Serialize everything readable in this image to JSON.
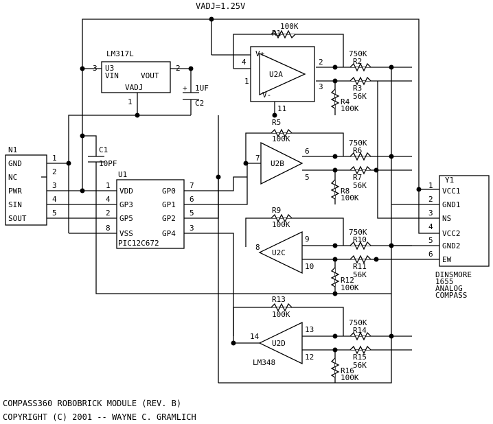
{
  "title_line1": "COMPASS360 ROBOBRICK MODULE (REV. B)",
  "title_line2": "COPYRIGHT (C) 2001 -- WAYNE C. GRAMLICH",
  "vadj_label": "VADJ=1.25V",
  "u3": {
    "ref": "U3",
    "part": "LM317L",
    "pin_vin": "VIN",
    "pin_vout": "VOUT",
    "pin_vadj": "VADJ",
    "num_vin": "3",
    "num_vout": "2",
    "num_vadj": "1"
  },
  "c2": {
    "ref": "C2",
    "value": "1UF",
    "plus": "+"
  },
  "c1": {
    "ref": "C1",
    "value": "10PF"
  },
  "n1": {
    "ref": "N1",
    "pins": [
      {
        "name": "GND",
        "num": "1"
      },
      {
        "name": "NC",
        "num": "2"
      },
      {
        "name": "PWR",
        "num": "3"
      },
      {
        "name": "SIN",
        "num": "4"
      },
      {
        "name": "SOUT",
        "num": "5"
      }
    ]
  },
  "u1": {
    "ref": "U1",
    "part": "PIC12C672",
    "left_pins": [
      {
        "name": "VDD",
        "num": "1"
      },
      {
        "name": "GP3",
        "num": "4"
      },
      {
        "name": "GP5",
        "num": "2"
      },
      {
        "name": "VSS",
        "num": "8"
      }
    ],
    "right_pins": [
      {
        "name": "GP0",
        "num": "7"
      },
      {
        "name": "GP1",
        "num": "6"
      },
      {
        "name": "GP2",
        "num": "5"
      },
      {
        "name": "GP4",
        "num": "3"
      }
    ]
  },
  "opamps": [
    {
      "ref": "U2A",
      "out": "2",
      "inv": "1",
      "noninv": "3"
    },
    {
      "ref": "U2B",
      "out": "7",
      "inv": "6",
      "noninv": "5"
    },
    {
      "ref": "U2C",
      "out": "8",
      "inv": "9",
      "noninv": "10"
    },
    {
      "ref": "U2D",
      "out": "14",
      "inv": "13",
      "noninv": "12"
    }
  ],
  "u2a_power": {
    "vplus": "V+",
    "vminus": "V-",
    "vplus_pin": "4",
    "vminus_pin": "11"
  },
  "lm348": "LM348",
  "resistors": {
    "r1": {
      "ref": "R1",
      "value": "100K"
    },
    "r2": {
      "ref": "R2",
      "value": "750K"
    },
    "r3": {
      "ref": "R3",
      "value": "56K"
    },
    "r4": {
      "ref": "R4",
      "value": "100K"
    },
    "r5": {
      "ref": "R5",
      "value": "100K"
    },
    "r6": {
      "ref": "R6",
      "value": "750K"
    },
    "r7": {
      "ref": "R7",
      "value": "56K"
    },
    "r8": {
      "ref": "R8",
      "value": "100K"
    },
    "r9": {
      "ref": "R9",
      "value": "100K"
    },
    "r10": {
      "ref": "R10",
      "value": "750K"
    },
    "r11": {
      "ref": "R11",
      "value": "56K"
    },
    "r12": {
      "ref": "R12",
      "value": "100K"
    },
    "r13": {
      "ref": "R13",
      "value": "100K"
    },
    "r14": {
      "ref": "R14",
      "value": "750K"
    },
    "r15": {
      "ref": "R15",
      "value": "56K"
    },
    "r16": {
      "ref": "R16",
      "value": "100K"
    }
  },
  "y1": {
    "ref": "Y1",
    "pins": [
      {
        "name": "VCC1",
        "num": "1"
      },
      {
        "name": "GND1",
        "num": "2"
      },
      {
        "name": "NS",
        "num": "3"
      },
      {
        "name": "VCC2",
        "num": "4"
      },
      {
        "name": "GND2",
        "num": "5"
      },
      {
        "name": "EW",
        "num": "6"
      }
    ],
    "desc": [
      "DINSMORE",
      "1655",
      "ANALOG",
      "COMPASS"
    ]
  }
}
